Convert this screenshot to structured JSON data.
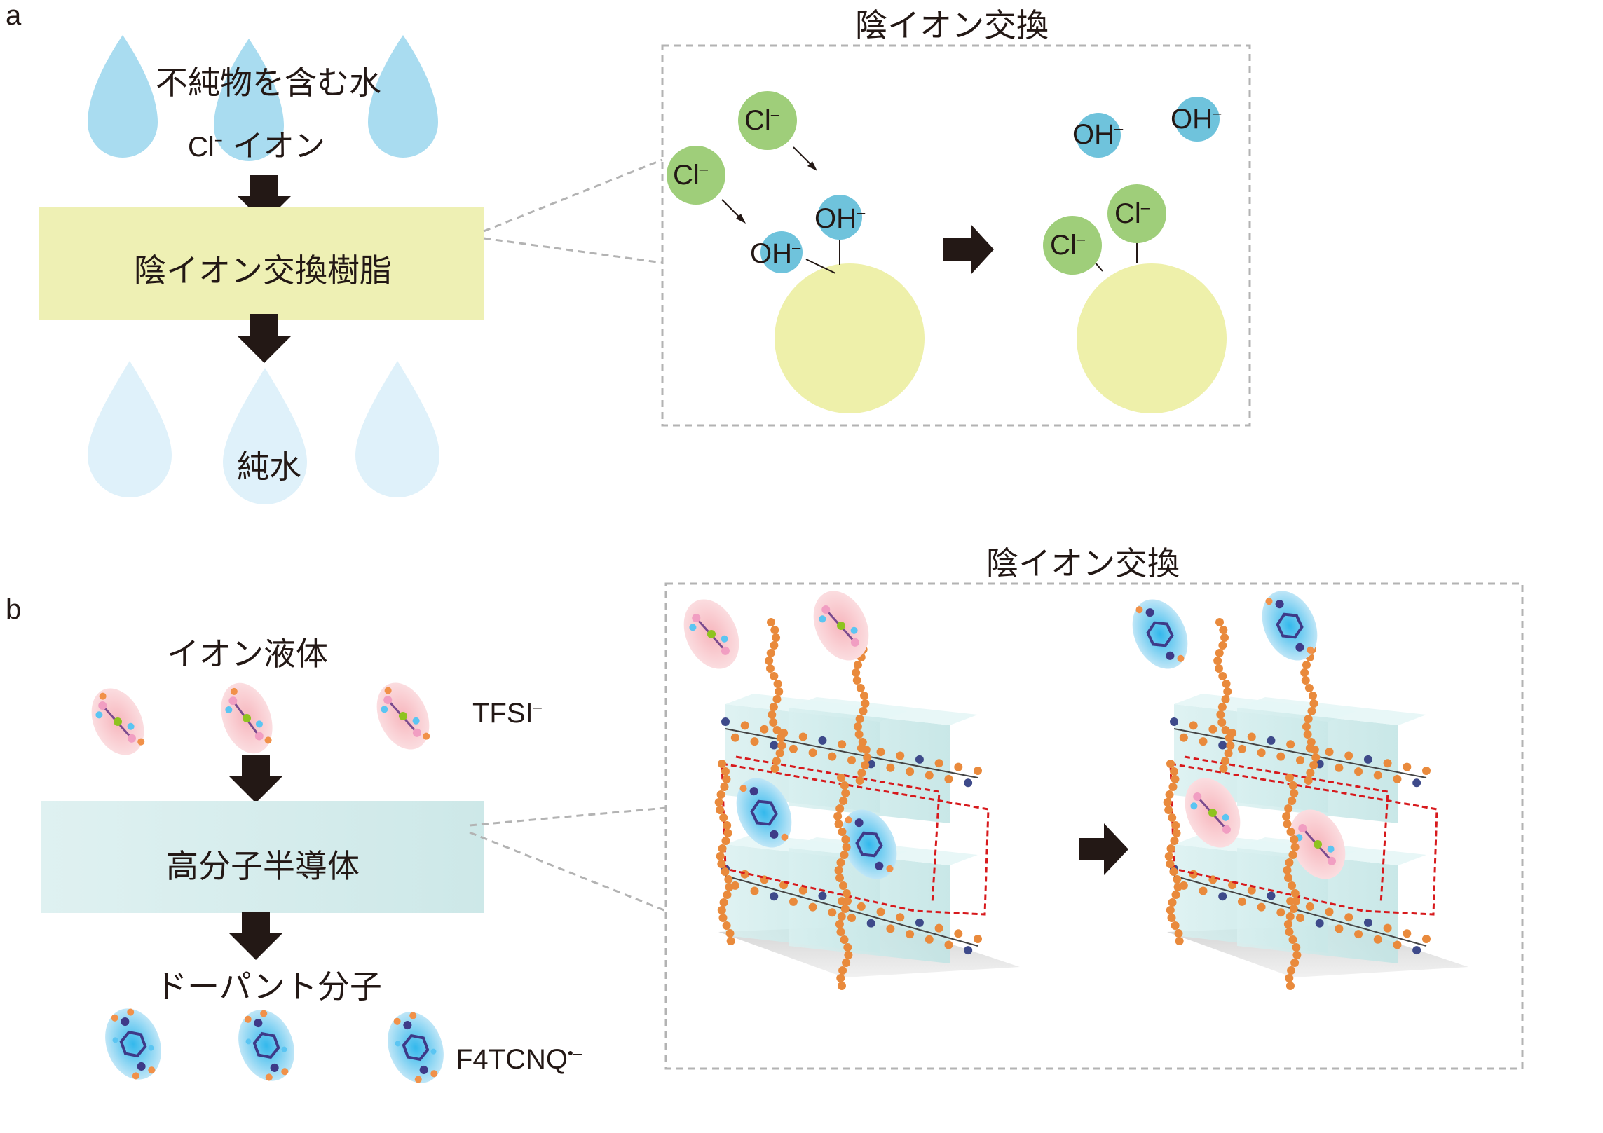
{
  "panel_a": {
    "letter": "a",
    "water_label": "不純物を含む水",
    "ion_label_cl": "Cl",
    "ion_label_sup": "–",
    "ion_label_rest": " イオン",
    "resin_label": "陰イオン交換樹脂",
    "pure_water_label": "純水",
    "exchange_title": "陰イオン交換",
    "ion_cl": "Cl",
    "ion_oh": "OH",
    "minus": "–"
  },
  "panel_b": {
    "letter": "b",
    "liquid_label": "イオン液体",
    "tfsi_label": "TFSI",
    "tfsi_sup": "–",
    "semiconductor_label": "高分子半導体",
    "dopant_label": "ドーパント分子",
    "f4tcnq_label": "F4TCNQ",
    "f4tcnq_sup": "•–",
    "exchange_title": "陰イオン交換"
  },
  "colors": {
    "water_drop": "#a9dcf0",
    "pure_drop": "#dff1fa",
    "resin_box": "#eef0b4",
    "semiconductor_box": "#d4ecec",
    "cl_ion": "#9fce7a",
    "oh_ion": "#6fc3dc",
    "resin_bead": "#eef0aa",
    "arrow": "#231815",
    "dashed_border": "#b3b3b3",
    "tfsi_halo": "#f4a8b0",
    "f4tcnq_halo": "#7dcdf0",
    "polymer_chain": "#e98a3c",
    "red_box": "#d7191c"
  }
}
